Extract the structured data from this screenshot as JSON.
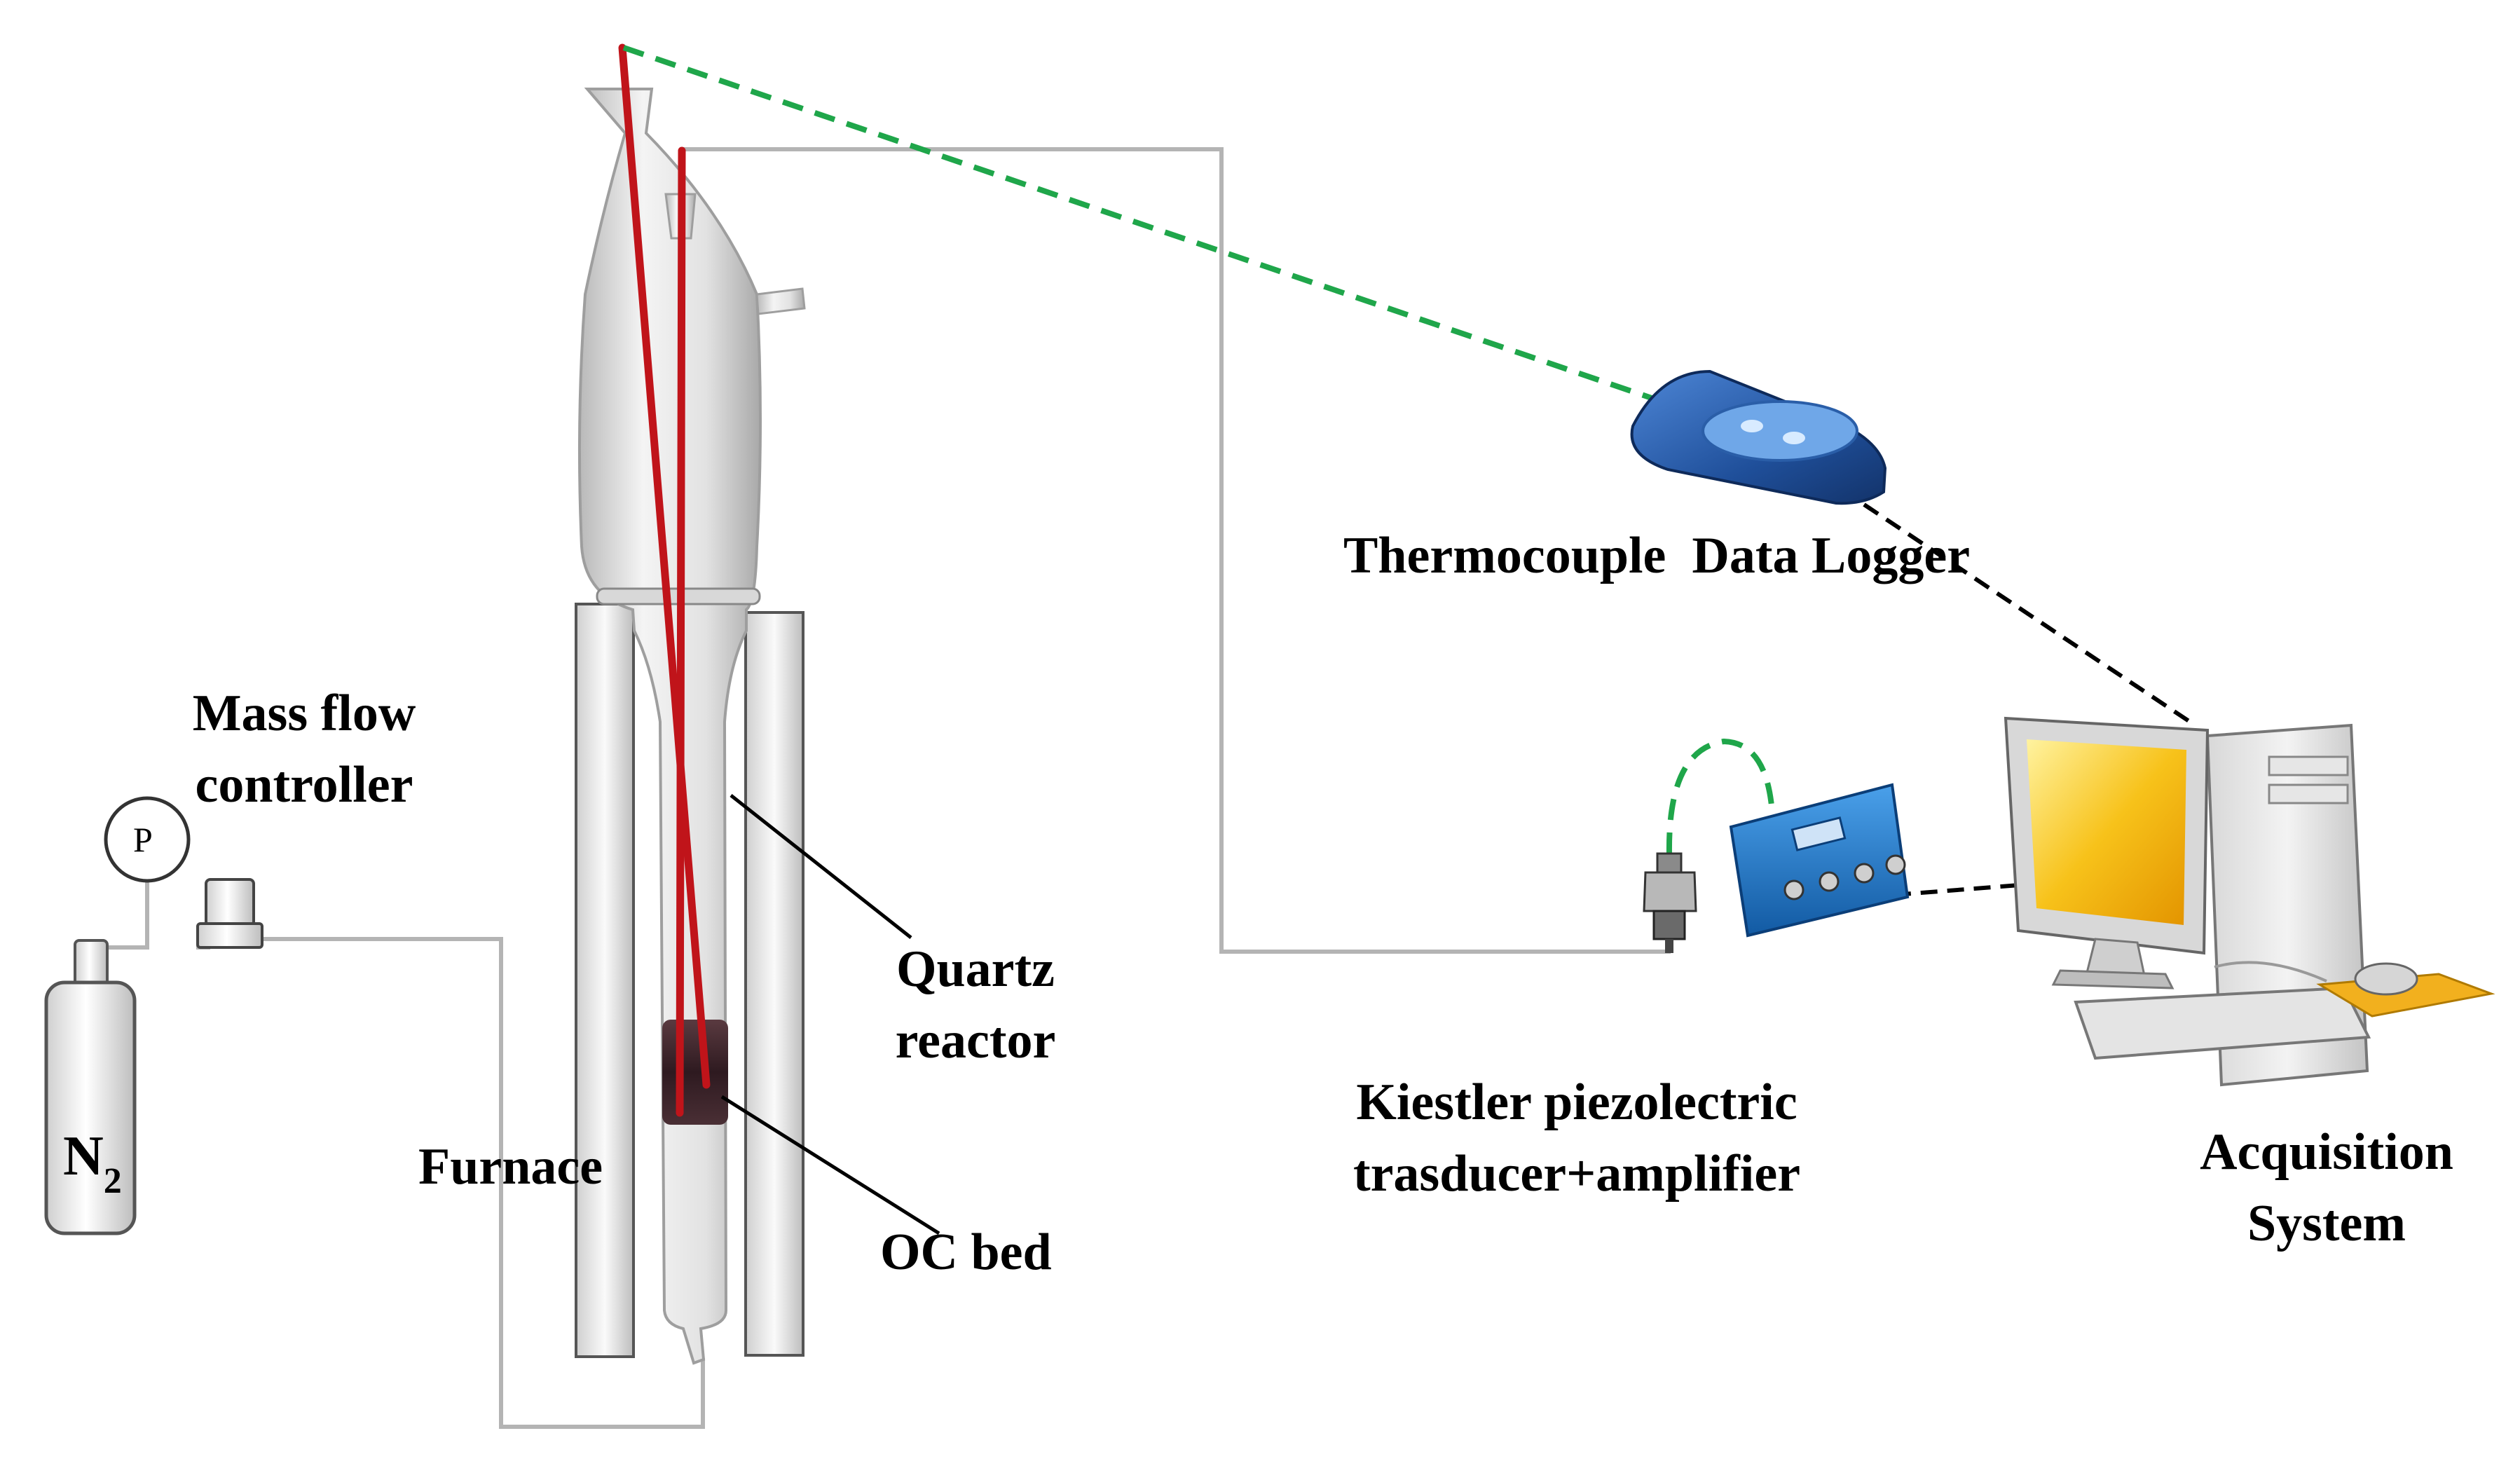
{
  "labels": {
    "mass_flow_line1": "Mass flow",
    "mass_flow_line2": "controller",
    "gauge_letter": "P",
    "cylinder_main": "N",
    "cylinder_sub": "2",
    "furnace": "Furnace",
    "quartz_line1": "Quartz",
    "quartz_line2": "reactor",
    "oc_bed": "OC bed",
    "thermocouple": "Thermocouple  Data Logger",
    "kiestler_line1": "Kiestler piezolectric",
    "kiestler_line2": "trasducer+amplifier",
    "acquisition_line1": "Acquisition",
    "acquisition_line2": "System"
  },
  "colors": {
    "thermocouple_rod": "#c0141a",
    "signal_link_green": "#1fa64a",
    "signal_link_black": "#000000",
    "gas_line": "#b4b4b4",
    "logger_body": "#1f4f9a",
    "amplifier_body": "#1e73c8",
    "screen_yellow": "#f4b800",
    "mousepad": "#f2b01e",
    "bed_dark": "#3a2228"
  }
}
